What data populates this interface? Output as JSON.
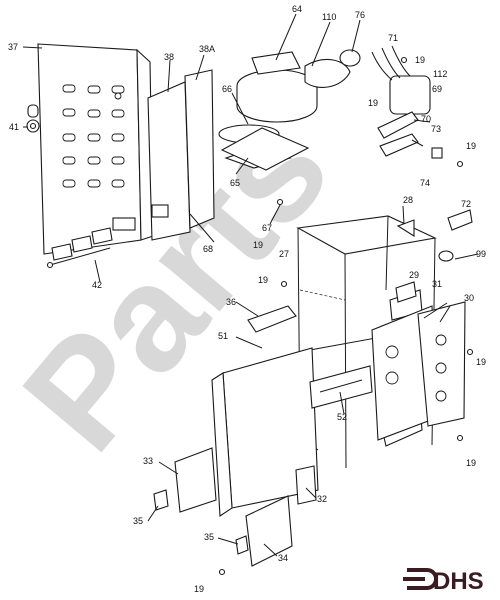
{
  "watermark": "Parts",
  "logo": {
    "text": "DHS",
    "color": "#3a1c20"
  },
  "callouts": [
    "64",
    "110",
    "76",
    "71",
    "19",
    "112",
    "69",
    "19",
    "73",
    "70",
    "19",
    "74",
    "37",
    "38",
    "38A",
    "41",
    "66",
    "65",
    "67",
    "68",
    "19",
    "27",
    "28",
    "72",
    "99",
    "19",
    "29",
    "31",
    "30",
    "36",
    "51",
    "19",
    "52",
    "19",
    "33",
    "32",
    "35",
    "34",
    "35",
    "19",
    "42"
  ]
}
